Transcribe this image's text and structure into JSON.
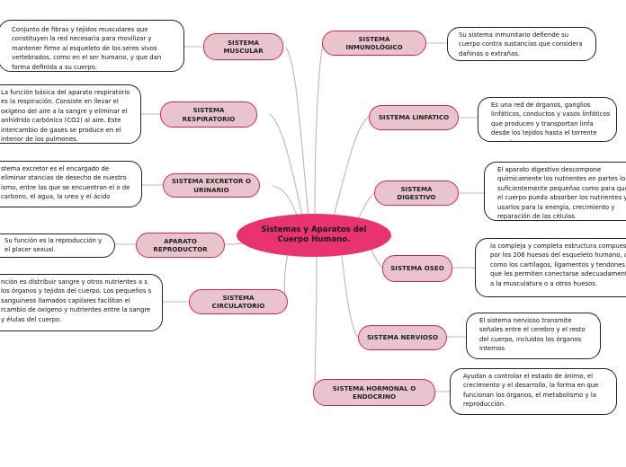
{
  "center": {
    "title": "Sistemas y Aparatos del Cuerpo Humano."
  },
  "colors": {
    "node_fill": "#eac4cc",
    "node_border": "#cc2860",
    "center_fill": "#e8336e",
    "link": "#b8b8b8"
  },
  "left": [
    {
      "key": "muscular",
      "label": "SISTEMA MUSCULAR",
      "description": "Conjunto de fibras y tejidos musculares que constituyen la red necesaria para movilizar y mantener firme al esqueleto de los seres vivos vertebrados, como en el ser humano, y que dan forma definida a su cuerpo."
    },
    {
      "key": "respiratorio",
      "label": "SISTEMA RESPIRATORIO",
      "description": "La función básica del aparato respiratorio es la respiración. Consiste en llevar el oxígeno del aire a la sangre y eliminar el anhídrido carbónico (CO2) al aire. Este intercambio de gases se produce en el interior de los pulmones."
    },
    {
      "key": "excretor",
      "label": "SISTEMA EXCRETOR O URINARIO",
      "description": "stema excretor es el encargado de eliminar stancias de desecho de nuestro ismo, entre las que se encuentran el o de carbono, el agua, la urea y el ácido"
    },
    {
      "key": "reproductor",
      "label": "APARATO REPRODUCTOR",
      "description": "Su función es la reproducción y el placer sexual."
    },
    {
      "key": "circulatorio",
      "label": "SISTEMA CIRCULATORIO",
      "description": "nción es distribuir sangre y otros nutrientes a s los órganos y tejidos del cuerpo. Los pequeños s sanguíneos llamados capilares facilitan el rcambio de oxígeno y nutrientes entre la sangre y élulas del cuerpo."
    }
  ],
  "right": [
    {
      "key": "inmunologico",
      "label": "SISTEMA INMUNOLÓGICO",
      "description": "Su sistema inmunitario defiende su cuerpo contra sustancias que considera dañinas o extrañas."
    },
    {
      "key": "linfatico",
      "label": "SISTEMA LINFÁTICO",
      "description": "Es una red de órganos, ganglios linfáticos, conductos y vasos linfáticos que producen y transportan linfa desde los tejidos hasta el torrente sanguíneo"
    },
    {
      "key": "digestivo",
      "label": "SISTEMA DIGESTIVO",
      "description": "El aparato digestivo descompone químicamente los nutrientes en partes lo suficientemente pequeñas como para que el cuerpo pueda absorber los nutrientes y usarlos para la energía, crecimiento y reparación de las células."
    },
    {
      "key": "oseo",
      "label": "SISTEMA OSEO",
      "description": "la compleja y completa estructura compuesta por los 206 huesos del esqueleto humano, así como los cartílagos, ligamentos y tendones que les permiten conectarse adecuadamente a la musculatura o a otros huesos."
    },
    {
      "key": "nervioso",
      "label": "SISTEMA NERVIOSO",
      "description": "El sistema nervioso transmite señales entre el cerebro y el resto del cuerpo, incluidos los órganos internos"
    },
    {
      "key": "endocrino",
      "label": "SISTEMA HORMONAL O ENDOCRINO",
      "description": "Ayudan a controlar el estado de ánimo, el crecimiento y el desarrollo, la forma en que funcionan los órganos, el metabolismo y la reproducción."
    }
  ]
}
